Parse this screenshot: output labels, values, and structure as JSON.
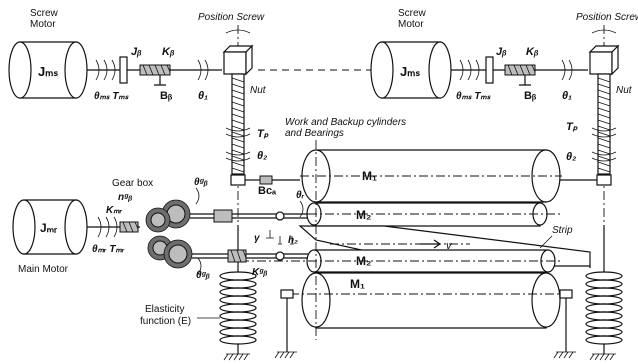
{
  "labels": {
    "screw_motor_left": [
      "Screw",
      "Motor"
    ],
    "screw_motor_right": [
      "Screw",
      "Motor"
    ],
    "position_screw_left": "Position Screw",
    "position_screw_right": "Position Screw",
    "j_ms_left": "Jₘₛ",
    "j_ms_right": "Jₘₛ",
    "theta_ms_t_ms_left": "θₘₛ Tₘₛ",
    "theta_ms_t_ms_right": "θₘₛ Tₘₛ",
    "jb_left": "Jᵦ",
    "kb_left": "Kᵦ",
    "bb_left": "Bᵦ",
    "jb_right": "Jᵦ",
    "kb_right": "Kᵦ",
    "bb_right": "Bᵦ",
    "theta1_left": "θ₁",
    "theta1_right": "θ₁",
    "nut_left": "Nut",
    "nut_right": "Nut",
    "tp_left": "Tₚ",
    "tp_right": "Tₚ",
    "theta2_left": "θ₂",
    "theta2_right": "θ₂",
    "work_backup": [
      "Work and Backup cylinders",
      "and Bearings"
    ],
    "bca": "Bᴄₐ",
    "m1_top": "M₁",
    "m2_upper": "M₂",
    "m2_lower": "M₂",
    "m1_bottom": "M₁",
    "gear_box": "Gear box",
    "n_gb": "nᵍᵦ",
    "theta_gb_top": "θᵍᵦ",
    "theta_gb_bottom": "θᵍᵦ",
    "k_mr": "Kₘᵣ",
    "k_gb": "Kᵍᵦ",
    "j_mr": "Jₘᵣ",
    "theta_mr_t_mr": "θₘᵣ Tₘᵣ",
    "main_motor": "Main Motor",
    "theta_r": "θᵣ",
    "h2": "h₂",
    "gamma": "γ",
    "v": "v",
    "strip": "Strip",
    "elasticity": [
      "Elasticity",
      "function (E)"
    ]
  }
}
